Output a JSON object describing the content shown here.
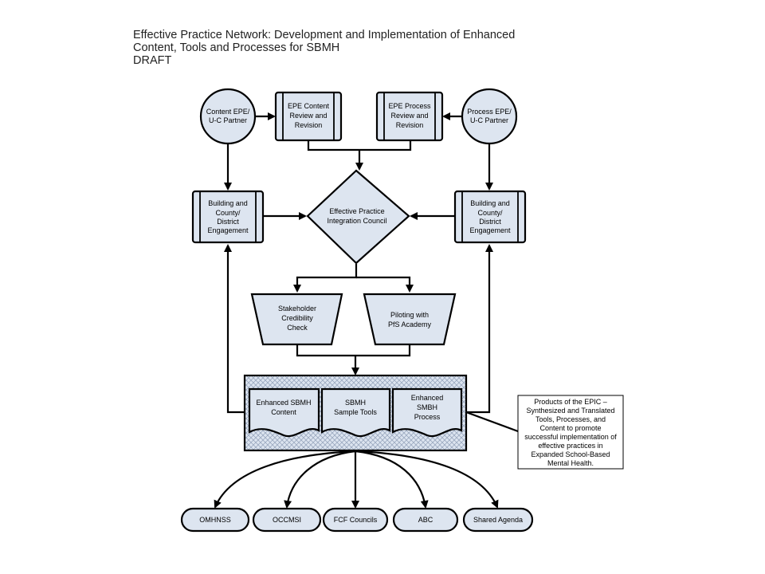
{
  "title": {
    "line1": "Effective Practice Network: Development and Implementation of Enhanced",
    "line2": "Content, Tools and Processes for SBMH",
    "line3": "DRAFT"
  },
  "nodes": {
    "content_partner": [
      "Content EPE/",
      "U-C Partner"
    ],
    "process_partner": [
      "Process EPE/",
      "U-C Partner"
    ],
    "content_review": [
      "EPE Content",
      "Review and",
      "Revision"
    ],
    "process_review": [
      "EPE Process",
      "Review and",
      "Revision"
    ],
    "engagement_left": [
      "Building and",
      "County/",
      "District",
      "Engagement"
    ],
    "engagement_right": [
      "Building and",
      "County/",
      "District",
      "Engagement"
    ],
    "council": [
      "Effective Practice",
      "Integration Council"
    ],
    "stakeholder": [
      "Stakeholder",
      "Credibility",
      "Check"
    ],
    "piloting": [
      "Piloting with",
      "PfS Academy"
    ],
    "doc_content": [
      "Enhanced SBMH",
      "Content"
    ],
    "doc_tools": [
      "SBMH",
      "Sample Tools"
    ],
    "doc_process": [
      "Enhanced",
      "SMBH",
      "Process"
    ],
    "outputs": [
      "OMHNSS",
      "OCCMSI",
      "FCF Councils",
      "ABC",
      "Shared Agenda"
    ]
  },
  "note": [
    "Products of the EPIC –",
    "Synthesized and Translated",
    "Tools, Processes, and",
    "Content to promote",
    "successful implementation of",
    "effective practices in",
    "Expanded School-Based",
    "Mental Health."
  ],
  "colors": {
    "node_fill": "#dde5f0",
    "stroke": "#000000",
    "text": "#222222"
  }
}
